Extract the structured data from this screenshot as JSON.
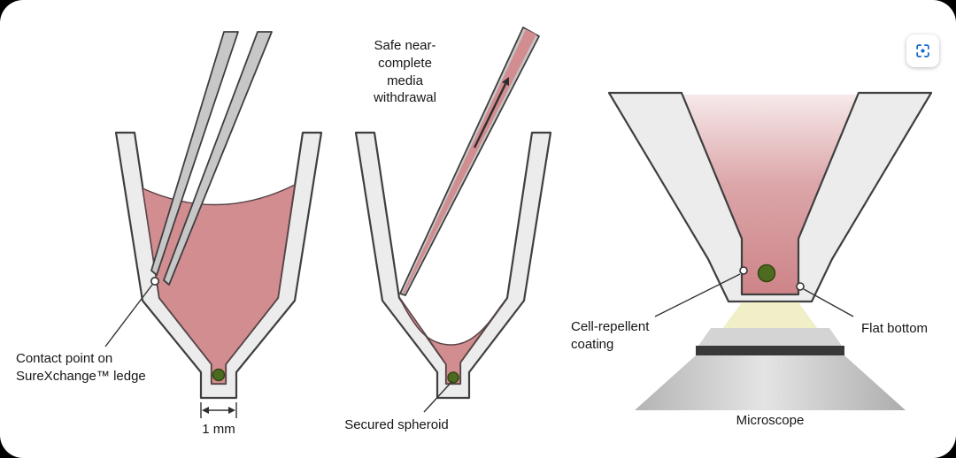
{
  "colors": {
    "card": "#ffffff",
    "outline": "#3f3f3f",
    "plastic": "#ececec",
    "media_pink": "#d28d91",
    "media_fade": "#f6e9ea",
    "media_mid": "#dca6a9",
    "media_deep": "#cd8488",
    "pipette": "#c7c7c7",
    "spheroid": "#4c6b20",
    "spheroid_outline": "#31470f",
    "light_beam": "#f1efc8",
    "accent_blue": "#1568d4"
  },
  "labels": {
    "contact_point": "Contact point on\nSureXchange™ ledge",
    "scale": "1 mm",
    "withdrawal": "Safe near-\ncomplete\nmedia\nwithdrawal",
    "secured_spheroid": "Secured spheroid",
    "cell_repellent": "Cell-repellent\ncoating",
    "flat_bottom": "Flat bottom",
    "microscope": "Microscope"
  },
  "icons": {
    "capture": "focus-frame-capture"
  }
}
